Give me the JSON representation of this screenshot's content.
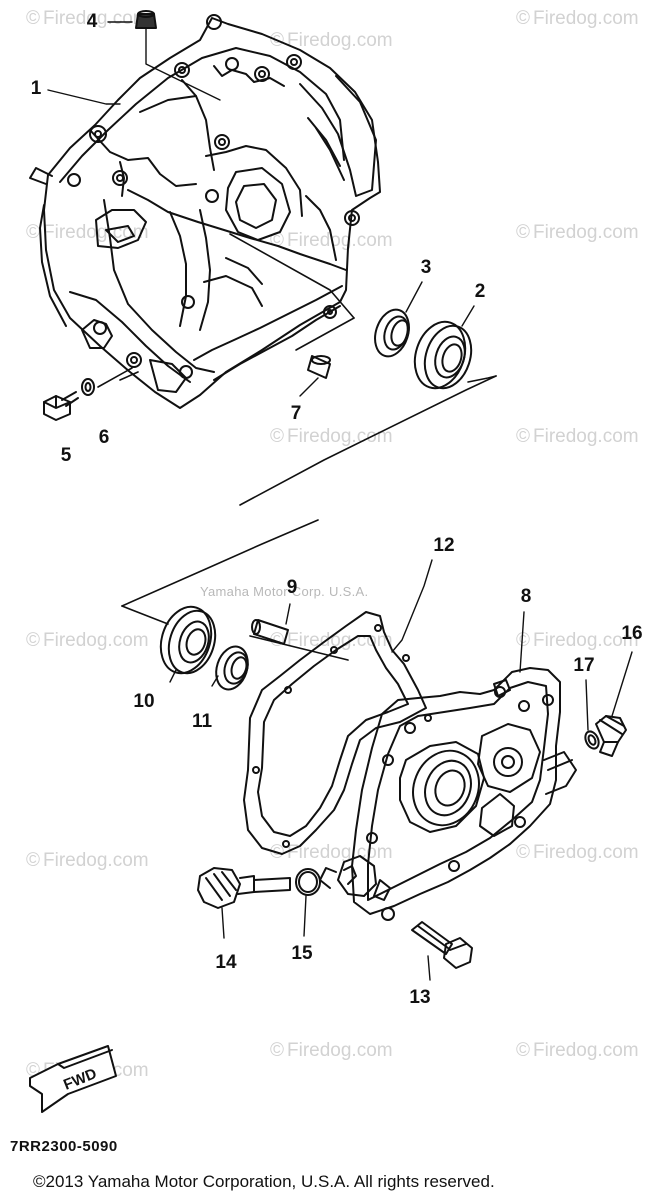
{
  "watermark": {
    "symbol": "©",
    "text": "Firedog.com"
  },
  "credit_text": "Yamaha Motor Corp. U.S.A.",
  "fwd_label": "FWD",
  "callouts": [
    "1",
    "2",
    "3",
    "4",
    "5",
    "6",
    "7",
    "8",
    "9",
    "10",
    "11",
    "12",
    "13",
    "14",
    "15",
    "16",
    "17"
  ],
  "part_code": "7RR2300-5090",
  "copyright": "©2013 Yamaha Motor Corporation, U.S.A. All rights reserved.",
  "colors": {
    "line": "#111111",
    "watermark": "#d2d2d2",
    "background": "#ffffff"
  }
}
